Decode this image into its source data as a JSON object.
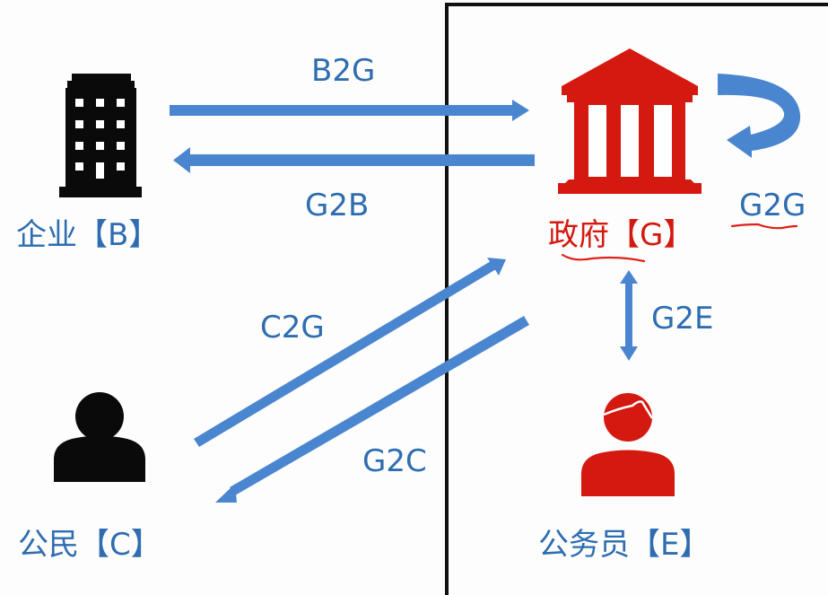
{
  "colors": {
    "arrow": "#4a86cf",
    "arrow_dark": "#3a6fb0",
    "label": "#2e6db0",
    "gov": "#d41a10",
    "black": "#0a0a0a",
    "annotation": "#e0201a"
  },
  "nodes": {
    "business": {
      "label": "企业【B】",
      "icon": "office-building-icon"
    },
    "government": {
      "label": "政府【G】",
      "icon": "government-building-icon"
    },
    "citizen": {
      "label": "公民【C】",
      "icon": "person-icon"
    },
    "employee": {
      "label": "公务员【E】",
      "icon": "person-with-hair-icon"
    }
  },
  "flows": {
    "b2g": "B2G",
    "g2b": "G2B",
    "g2g": "G2G",
    "c2g": "C2G",
    "g2c": "G2C",
    "g2e": "G2E"
  }
}
